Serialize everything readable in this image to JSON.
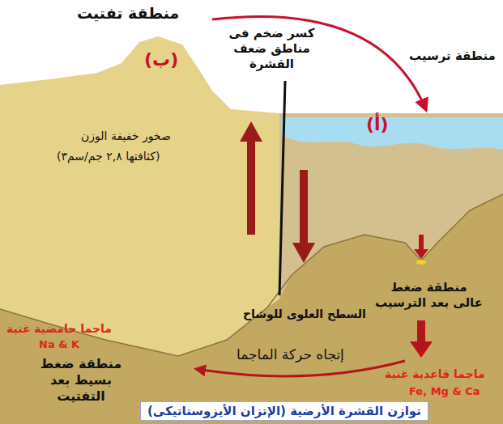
{
  "diagram": {
    "caption": "توازن القشرة الأرضية (الإتزان الأيزوستاتيكى)",
    "labels": [
      "منطقة تفتيت",
      "(ب)",
      "كسر ضخم فى مناطق ضعف القشرة",
      "منطقة ترسيب",
      "(أ)",
      "صخور خفيفة الوزن",
      "(كثافتها ٢,٨ جم/سم٣)",
      "منطقة ضغط عالى بعد الترسيب",
      "السطح العلوى للوشاح",
      "ماجما حامضية غنية",
      "Na & K",
      "منطقة ضغط بسيط بعد التفتيت",
      "إتجاه حركة الماجما",
      "ماجما قاعدية غنية",
      "Fe, Mg & Ca"
    ]
  }
}
